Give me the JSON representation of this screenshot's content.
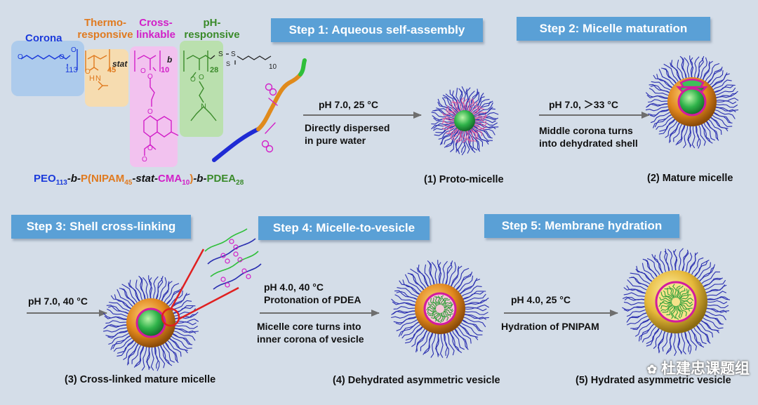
{
  "segments": {
    "corona": "Corona",
    "thermo": "Thermo-\nresponsive",
    "cross": "Cross-\nlinkable",
    "ph": "pH-\nresponsive"
  },
  "chem": {
    "n113": "113",
    "n45": "45",
    "stat": "stat",
    "n10": "10",
    "b": "b",
    "n28": "28",
    "n10b": "10",
    "amide_N": "N",
    "amide_H": "H",
    "amine_N": "N",
    "o1": "O",
    "o2": "O",
    "o3": "O",
    "o4": "O",
    "o5": "O",
    "o6": "O",
    "o7": "O",
    "o8": "O",
    "o9": "O",
    "o10": "O",
    "o11": "O",
    "s1": "S",
    "s2": "S",
    "s3": "S"
  },
  "formula": {
    "peo": "PEO",
    "peo_n": "113",
    "b1": "-b-",
    "p_open": "P(",
    "nipam": "NIPAM",
    "nipam_n": "45",
    "stat": "-stat-",
    "cma": "CMA",
    "cma_n": "10",
    "p_close": ")",
    "b2": "-b-",
    "pdea": "PDEA",
    "pdea_n": "28"
  },
  "steps": [
    {
      "label": "Step 1: Aqueous self-assembly"
    },
    {
      "label": "Step 2: Micelle maturation"
    },
    {
      "label": "Step 3: Shell cross-linking"
    },
    {
      "label": "Step 4: Micelle-to-vesicle"
    },
    {
      "label": "Step 5: Membrane hydration"
    }
  ],
  "conditions": {
    "c1_top": "pH 7.0, 25 °C",
    "c1_b1": "Directly dispersed",
    "c1_b2": "in pure water",
    "c2_top": "pH 7.0, ＞33 °C",
    "c2_b1": "Middle corona turns",
    "c2_b2": "into dehydrated shell",
    "c3_top": "pH 7.0, 40 °C",
    "c4_t1": "pH 4.0, 40 °C",
    "c4_t2": "Protonation of PDEA",
    "c4_b1": "Micelle core turns into",
    "c4_b2": "inner corona of vesicle",
    "c5_top": "pH 4.0, 25 °C",
    "c5_b1": "Hydration of PNIPAM"
  },
  "captions": {
    "cap1": "(1) Proto-micelle",
    "cap2": "(2) Mature micelle",
    "cap3": "(3)  Cross-linked mature micelle",
    "cap4": "(4) Dehydrated asymmetric vesicle",
    "cap5": "(5) Hydrated asymmetric vesicle"
  },
  "watermark": "杜建忠课题组",
  "colors": {
    "background": "#d4dde8",
    "step_box": "#5aa0d6",
    "peo": "#1a3adb",
    "nipam": "#e07a1f",
    "cma": "#d21fc8",
    "pdea": "#3a8a2a",
    "orange_shell": "#e0861c",
    "green_core": "#2fb34a",
    "magenta_membrane": "#d31b9e",
    "red_pointer": "#e02020"
  }
}
